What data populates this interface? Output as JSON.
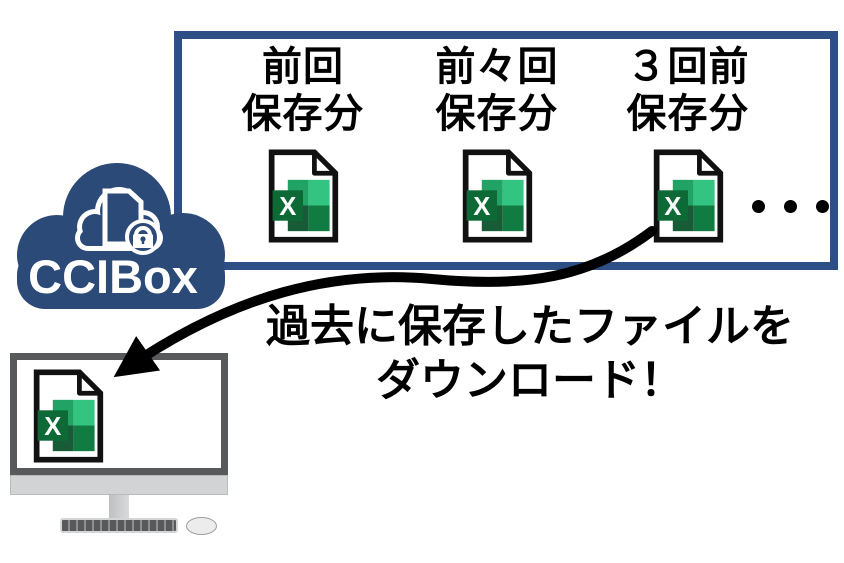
{
  "colors": {
    "brand_blue": "#2b4a78",
    "box_border": "#2d4f85",
    "excel_dark": "#185c37",
    "excel_green": "#107c41",
    "excel_mid": "#21a366",
    "excel_light": "#33c481",
    "excel_plate": "#0d6a37",
    "doc_outline": "#111111",
    "arrow_black": "#000000",
    "monitor_frame": "#58595b",
    "monitor_chin": "#d2d3d5"
  },
  "cloud_logo": {
    "label": "CCIBox",
    "icon": "cloud-document-lock-icon"
  },
  "storage_box": {
    "files": [
      {
        "label_lines": [
          "前回",
          "保存分"
        ],
        "icon": "excel-file-icon"
      },
      {
        "label_lines": [
          "前々回",
          "保存分"
        ],
        "icon": "excel-file-icon"
      },
      {
        "label_lines": [
          "３回前",
          "保存分"
        ],
        "icon": "excel-file-icon"
      }
    ],
    "more_indicator": "ellipsis-dots"
  },
  "caption": {
    "lines": [
      "過去に保存したファイルを",
      "ダウンロード！"
    ]
  },
  "download_arrow": "curved-arrow-from-box-to-computer",
  "computer": {
    "screen_icon": "excel-file-icon"
  }
}
